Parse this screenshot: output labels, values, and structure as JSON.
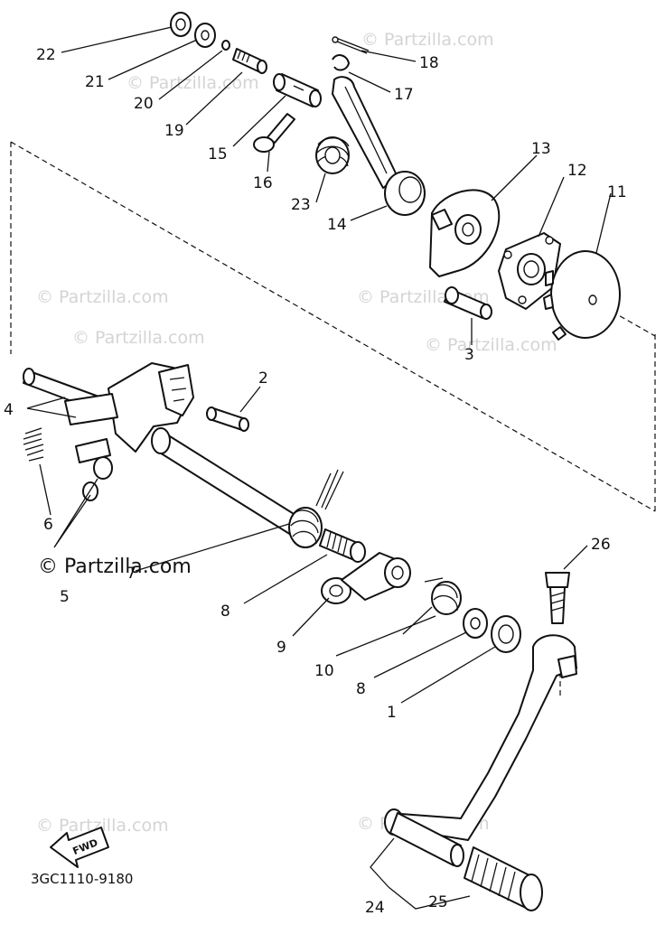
{
  "diagram": {
    "callouts": [
      "1",
      "2",
      "3",
      "4",
      "5",
      "6",
      "7",
      "8",
      "9",
      "10",
      "8",
      "11",
      "12",
      "13",
      "14",
      "15",
      "16",
      "17",
      "18",
      "19",
      "20",
      "21",
      "22",
      "23",
      "24",
      "25",
      "26"
    ],
    "part_code": "3GC1110-9180",
    "fwd_label": "FWD",
    "watermark": "© Partzilla.com",
    "watermark_main": "© Partzilla.com"
  }
}
